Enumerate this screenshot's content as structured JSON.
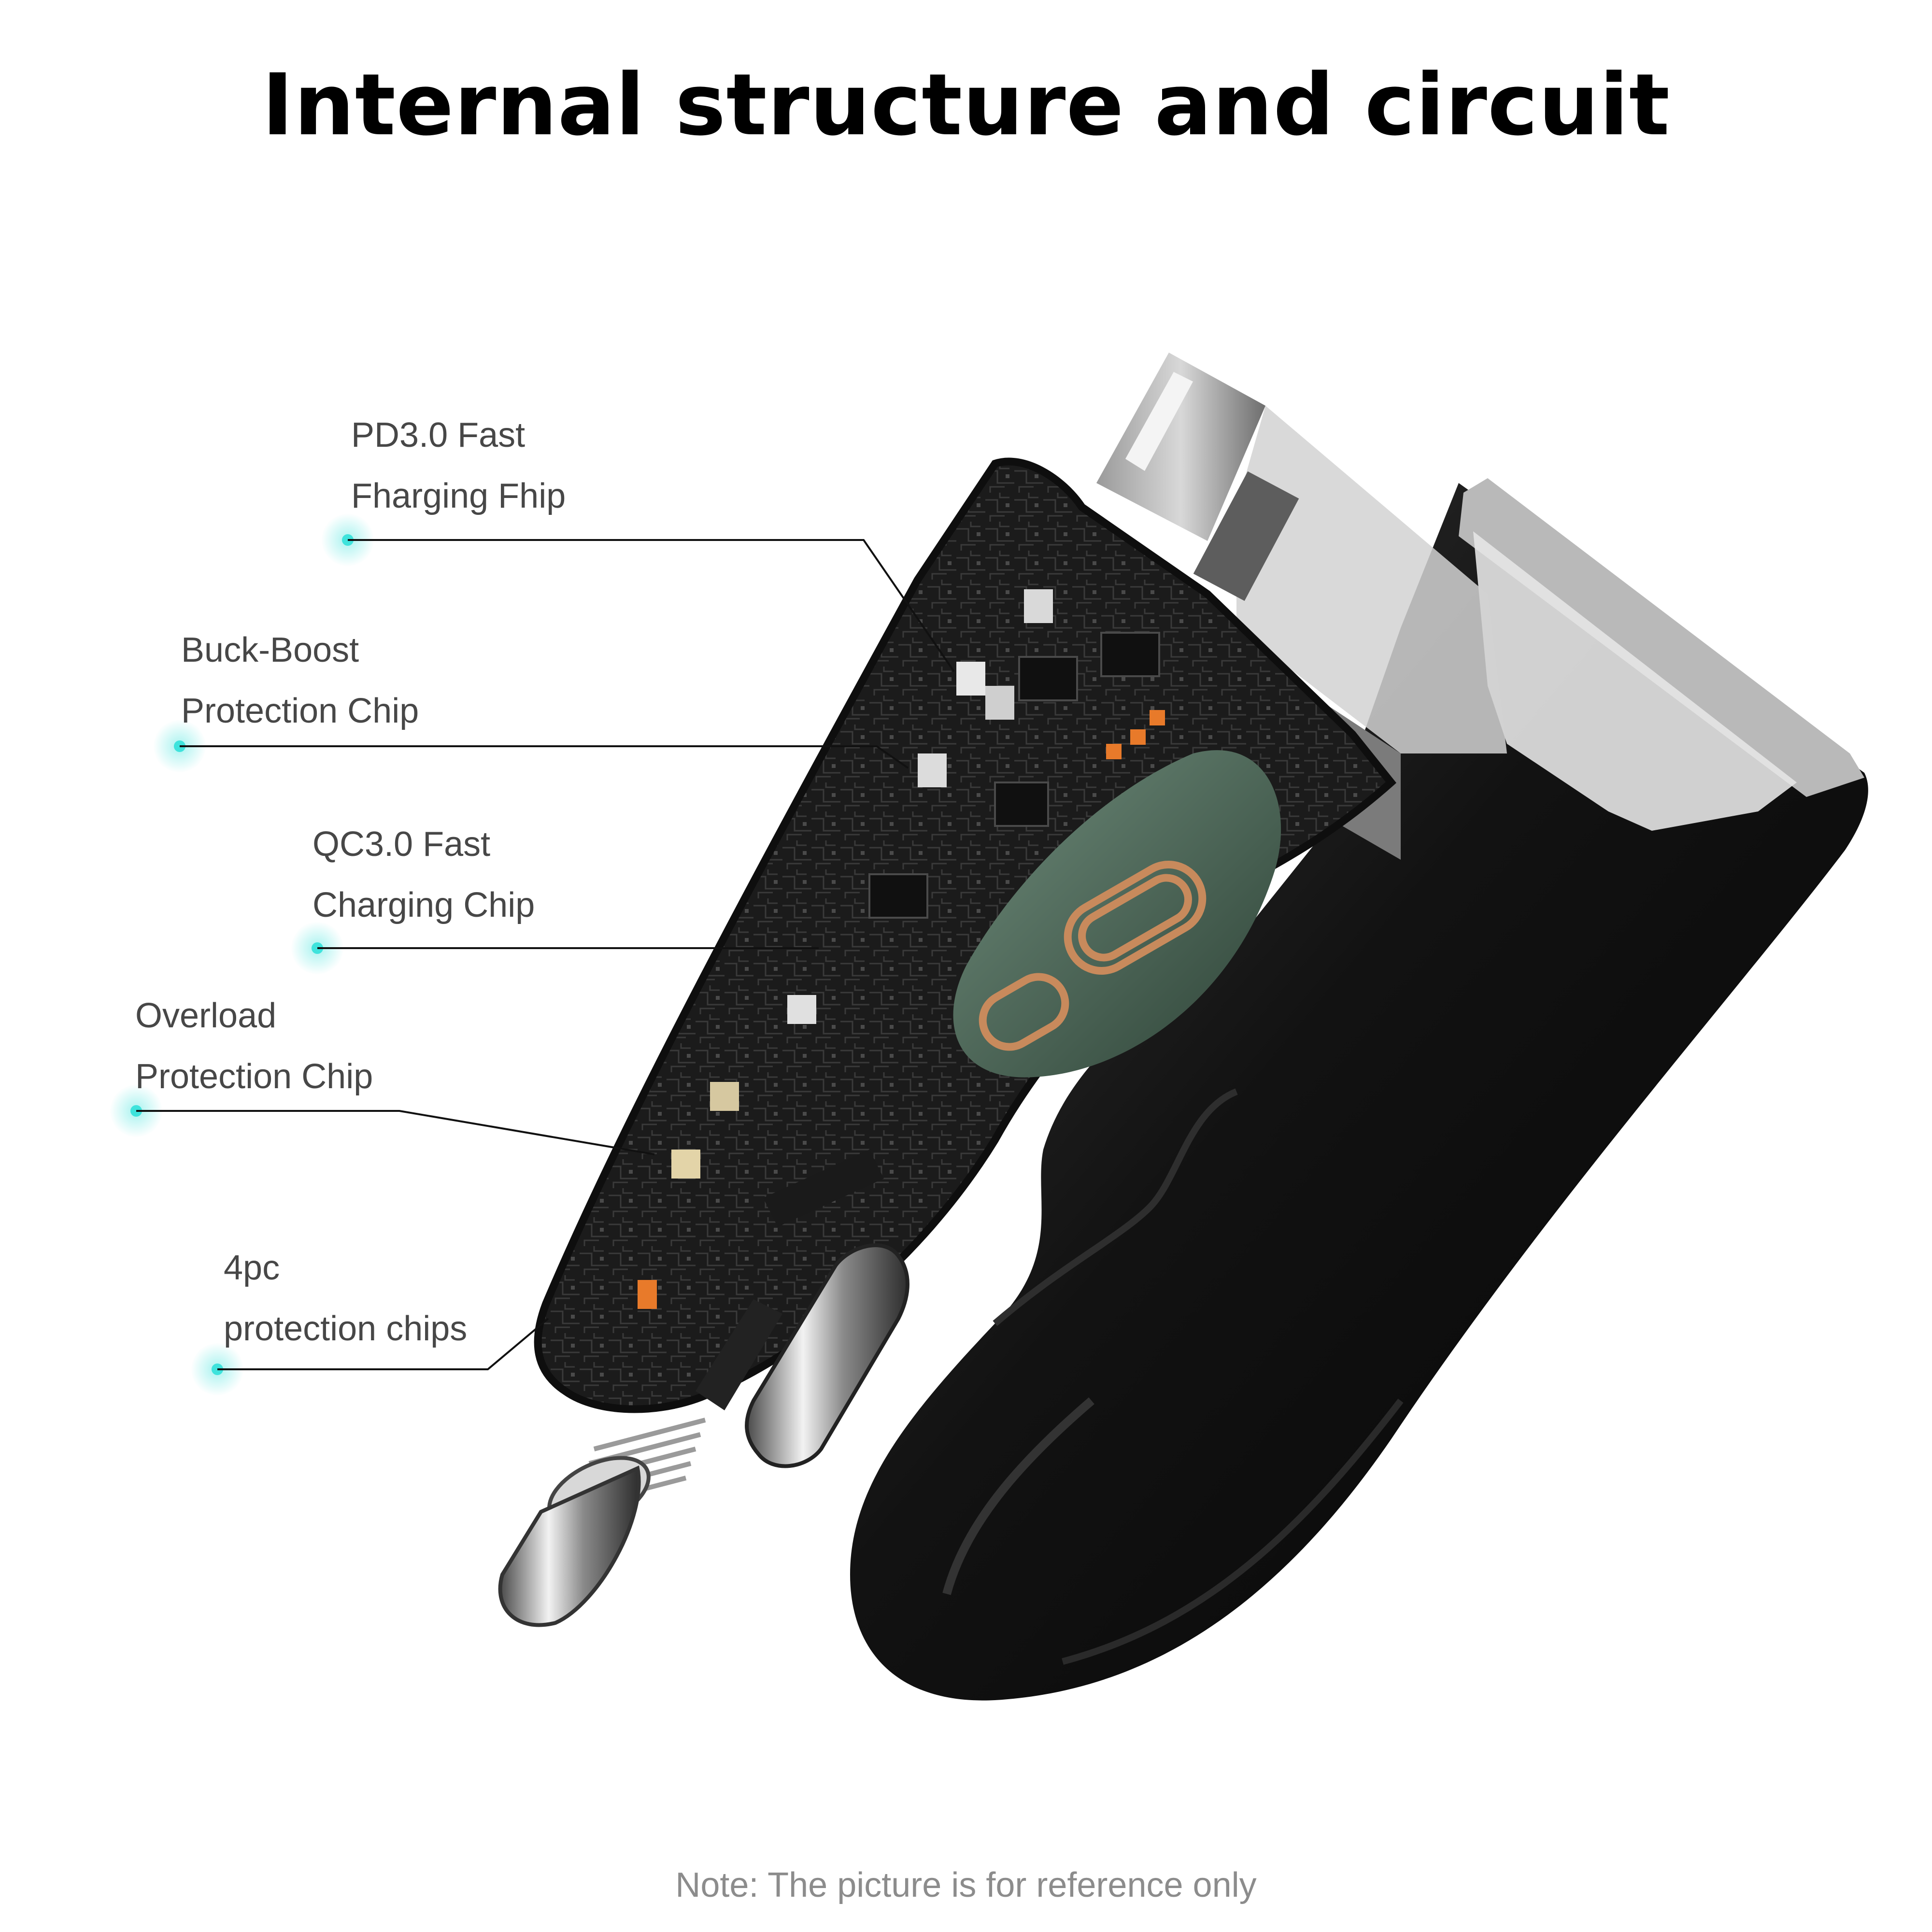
{
  "title": "Internal structure and circuit",
  "callouts": [
    {
      "line1": "PD3.0 Fast",
      "line2": "Fharging Fhip"
    },
    {
      "line1": "Buck-Boost",
      "line2": "Protection Chip"
    },
    {
      "line1": "QC3.0 Fast",
      "line2": "Charging Chip"
    },
    {
      "line1": "Overload",
      "line2": "Protection Chip"
    },
    {
      "line1": "4pc",
      "line2": "protection chips"
    }
  ],
  "note": "Note: The picture is for reference only",
  "colors": {
    "accent_dot": "#3ee3dc",
    "title": "#000000",
    "label": "#474747",
    "note": "#8c8c8c",
    "housing": "#141414",
    "pcb": "#1c1c1c",
    "chip_orange": "#e87a2a",
    "shield_green": "#4f6b5c"
  }
}
